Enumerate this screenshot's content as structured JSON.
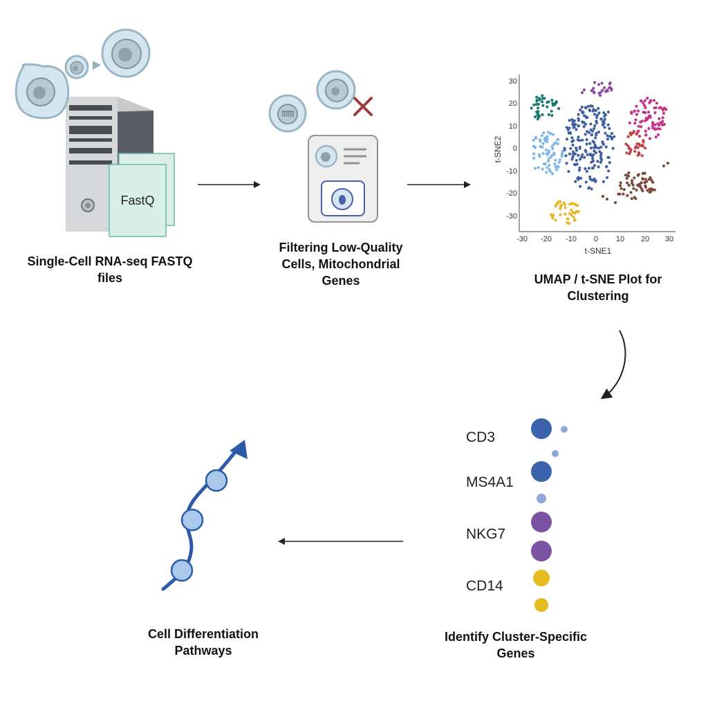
{
  "steps": [
    {
      "label": "Single-Cell RNA-seq FASTQ files"
    },
    {
      "label": "Filtering Low-Quality Cells, Mitochondrial Genes"
    },
    {
      "label": "UMAP / t-SNE Plot for Clustering"
    },
    {
      "label": "Identify Cluster-Specific Genes"
    },
    {
      "label": "Cell Differentiation Pathways"
    }
  ],
  "fastq_label": "FastQ",
  "tsne": {
    "xlabel": "t-SNE1",
    "ylabel": "t-SNE2",
    "x_ticks": [
      "-30",
      "-20",
      "-10",
      "0",
      "10",
      "20",
      "30"
    ],
    "y_ticks": [
      "30",
      "20",
      "10",
      "0",
      "-10",
      "-20",
      "-30"
    ],
    "cluster_colors": [
      "#1a7a70",
      "#7fb6e6",
      "#3f5fa0",
      "#8b4b9e",
      "#c2338a",
      "#c0444a",
      "#7a4a3a",
      "#e5b82a"
    ]
  },
  "genes": [
    "CD3",
    "MS4A1",
    "NKG7",
    "CD14"
  ],
  "colors": {
    "cell_fill": "#d6e6ef",
    "cell_stroke": "#9ab6c6",
    "arrow": "#222222",
    "pathway": "#2a5aa8",
    "pathway_node": "#a9c8ea",
    "dot_blue": "#3a63ac",
    "dot_purple": "#7c52a3",
    "dot_yellow": "#e5bb20"
  },
  "icons": [
    "cell-icon",
    "server-tower-icon",
    "fastq-file-icon",
    "reject-x-icon",
    "qc-document-icon",
    "pathway-trajectory-icon"
  ]
}
